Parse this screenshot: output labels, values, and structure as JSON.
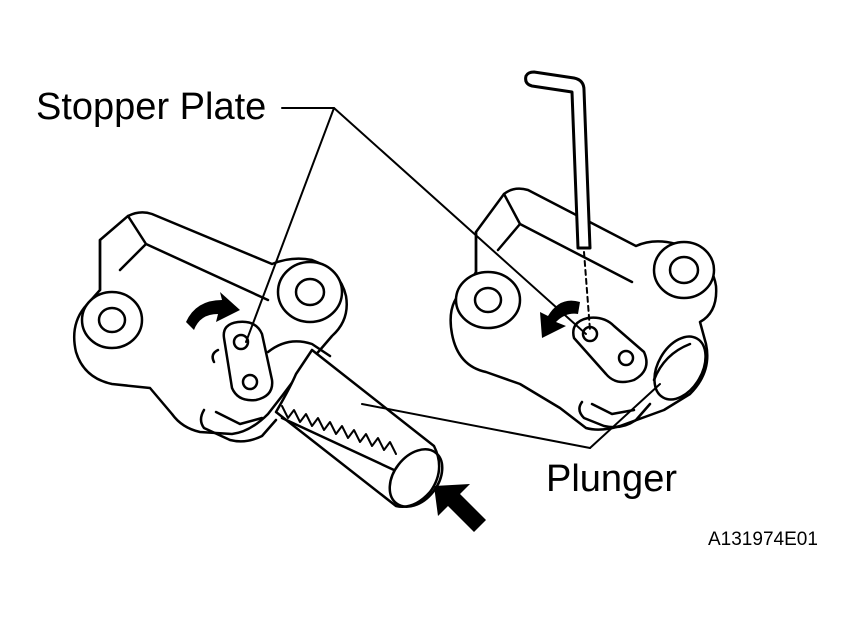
{
  "labels": {
    "stopper_plate": "Stopper Plate",
    "plunger": "Plunger",
    "figure_code": "A131974E01"
  },
  "colors": {
    "ink": "#000000",
    "paper": "#ffffff"
  },
  "icons": {
    "rotate_arrow_left": "curved-arrow-icon",
    "rotate_arrow_right": "curved-arrow-icon",
    "push_arrow": "push-arrow-icon",
    "tool": "hex-wrench-icon"
  }
}
